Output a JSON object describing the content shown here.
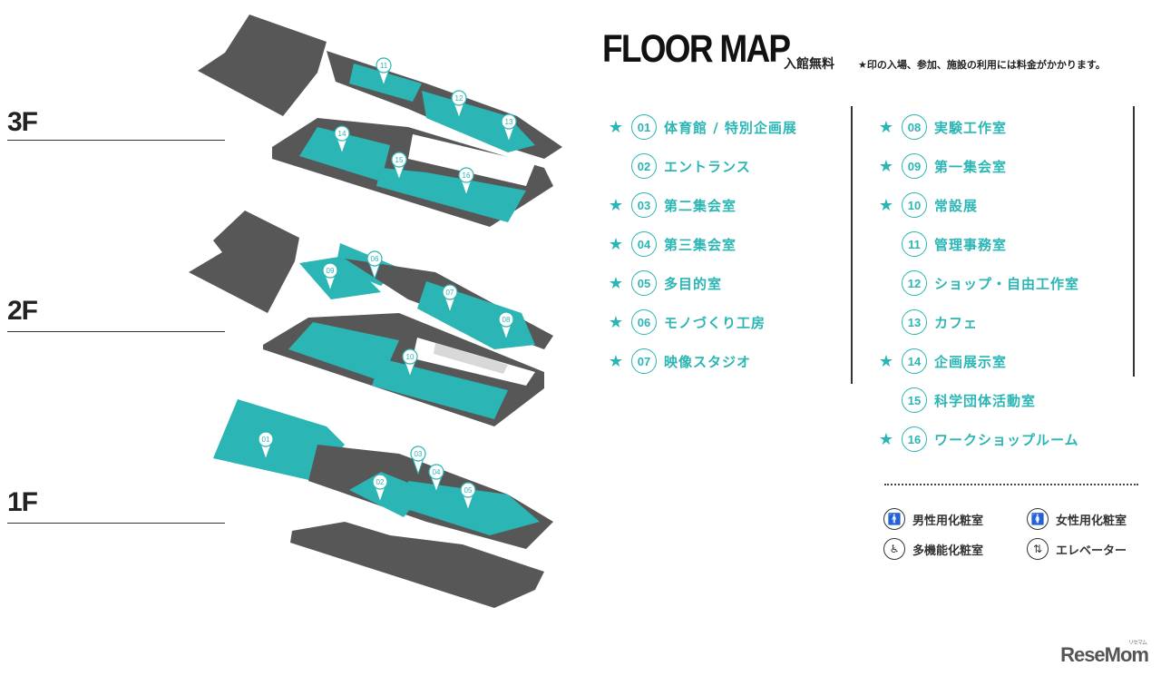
{
  "header": {
    "title": "FLOOR MAP",
    "free_admission": "入館無料",
    "note": "★印の入場、参加、施設の利用には料金がかかります。"
  },
  "floors": [
    "3F",
    "2F",
    "1F"
  ],
  "colors": {
    "accent": "#2bb5b4",
    "building": "#575757",
    "stairs": "#cfcfcf"
  },
  "rooms_left": [
    {
      "star": "★",
      "num": "01",
      "name": "体育館 / 特別企画展"
    },
    {
      "star": "",
      "num": "02",
      "name": "エントランス"
    },
    {
      "star": "★",
      "num": "03",
      "name": "第二集会室"
    },
    {
      "star": "★",
      "num": "04",
      "name": "第三集会室"
    },
    {
      "star": "★",
      "num": "05",
      "name": "多目的室"
    },
    {
      "star": "★",
      "num": "06",
      "name": "モノづくり工房"
    },
    {
      "star": "★",
      "num": "07",
      "name": "映像スタジオ"
    }
  ],
  "rooms_right": [
    {
      "star": "★",
      "num": "08",
      "name": "実験工作室"
    },
    {
      "star": "★",
      "num": "09",
      "name": "第一集会室"
    },
    {
      "star": "★",
      "num": "10",
      "name": "常設展"
    },
    {
      "star": "",
      "num": "11",
      "name": "管理事務室"
    },
    {
      "star": "",
      "num": "12",
      "name": "ショップ・自由工作室"
    },
    {
      "star": "",
      "num": "13",
      "name": "カフェ"
    },
    {
      "star": "★",
      "num": "14",
      "name": "企画展示室"
    },
    {
      "star": "",
      "num": "15",
      "name": "科学団体活動室"
    },
    {
      "star": "★",
      "num": "16",
      "name": "ワークショップルーム"
    }
  ],
  "facilities": [
    {
      "icon": "mens-toilet-icon",
      "label": "男性用化粧室"
    },
    {
      "icon": "womens-toilet-icon",
      "label": "女性用化粧室"
    },
    {
      "icon": "accessible-toilet-icon",
      "label": "多機能化粧室"
    },
    {
      "icon": "elevator-icon",
      "label": "エレベーター"
    }
  ],
  "map_pins": {
    "f3": [
      "11",
      "12",
      "13",
      "14",
      "15",
      "16"
    ],
    "f2": [
      "06",
      "09",
      "07",
      "08",
      "10"
    ],
    "f1": [
      "01",
      "03",
      "02",
      "04",
      "05"
    ]
  },
  "logo": {
    "text": "ReseMom",
    "kana": "リセマム"
  }
}
